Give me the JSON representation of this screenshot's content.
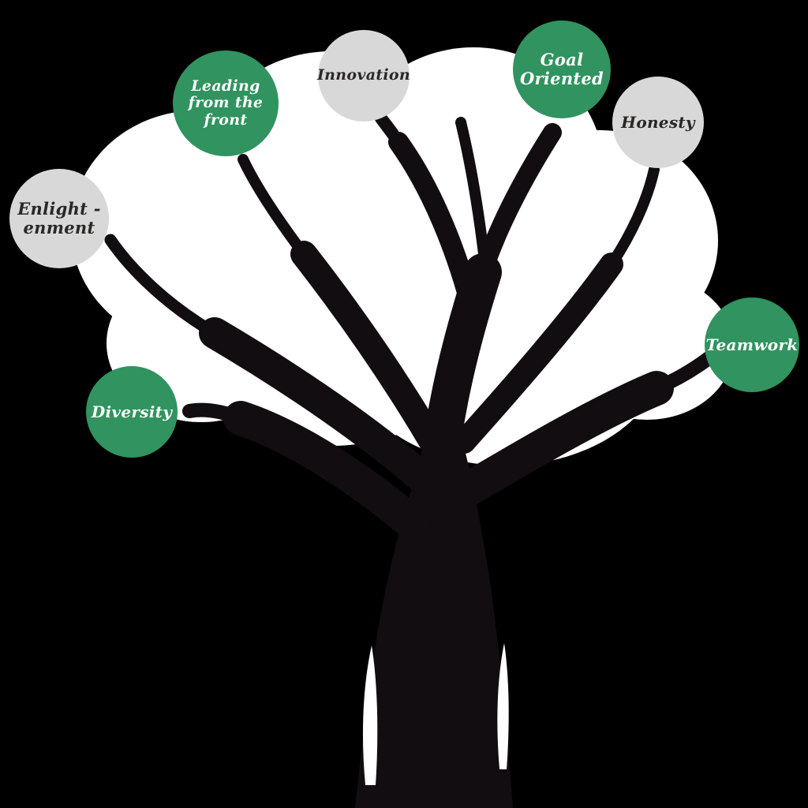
{
  "diagram": {
    "background_color": "#000000",
    "canopy_color": "#ffffff",
    "tree_color": "#120d10",
    "accent_green": "#31935f",
    "accent_gray": "#d8d8d8",
    "dark_text": "#2b2724",
    "light_text": "#ffffff"
  },
  "nodes": [
    {
      "id": "enlightenment",
      "label": "Enlight -\nenment",
      "bg": "#d8d8d8",
      "text_color": "#2b2724"
    },
    {
      "id": "leading-from-the-front",
      "label": "Leading\nfrom the\nfront",
      "bg": "#31935f",
      "text_color": "#ffffff"
    },
    {
      "id": "innovation",
      "label": "Innovation",
      "bg": "#d8d8d8",
      "text_color": "#2b2724"
    },
    {
      "id": "goal-oriented",
      "label": "Goal\nOriented",
      "bg": "#31935f",
      "text_color": "#ffffff"
    },
    {
      "id": "honesty",
      "label": "Honesty",
      "bg": "#d8d8d8",
      "text_color": "#2b2724"
    },
    {
      "id": "teamwork",
      "label": "Teamwork",
      "bg": "#31935f",
      "text_color": "#ffffff"
    },
    {
      "id": "diversity",
      "label": "Diversity",
      "bg": "#31935f",
      "text_color": "#ffffff"
    }
  ]
}
